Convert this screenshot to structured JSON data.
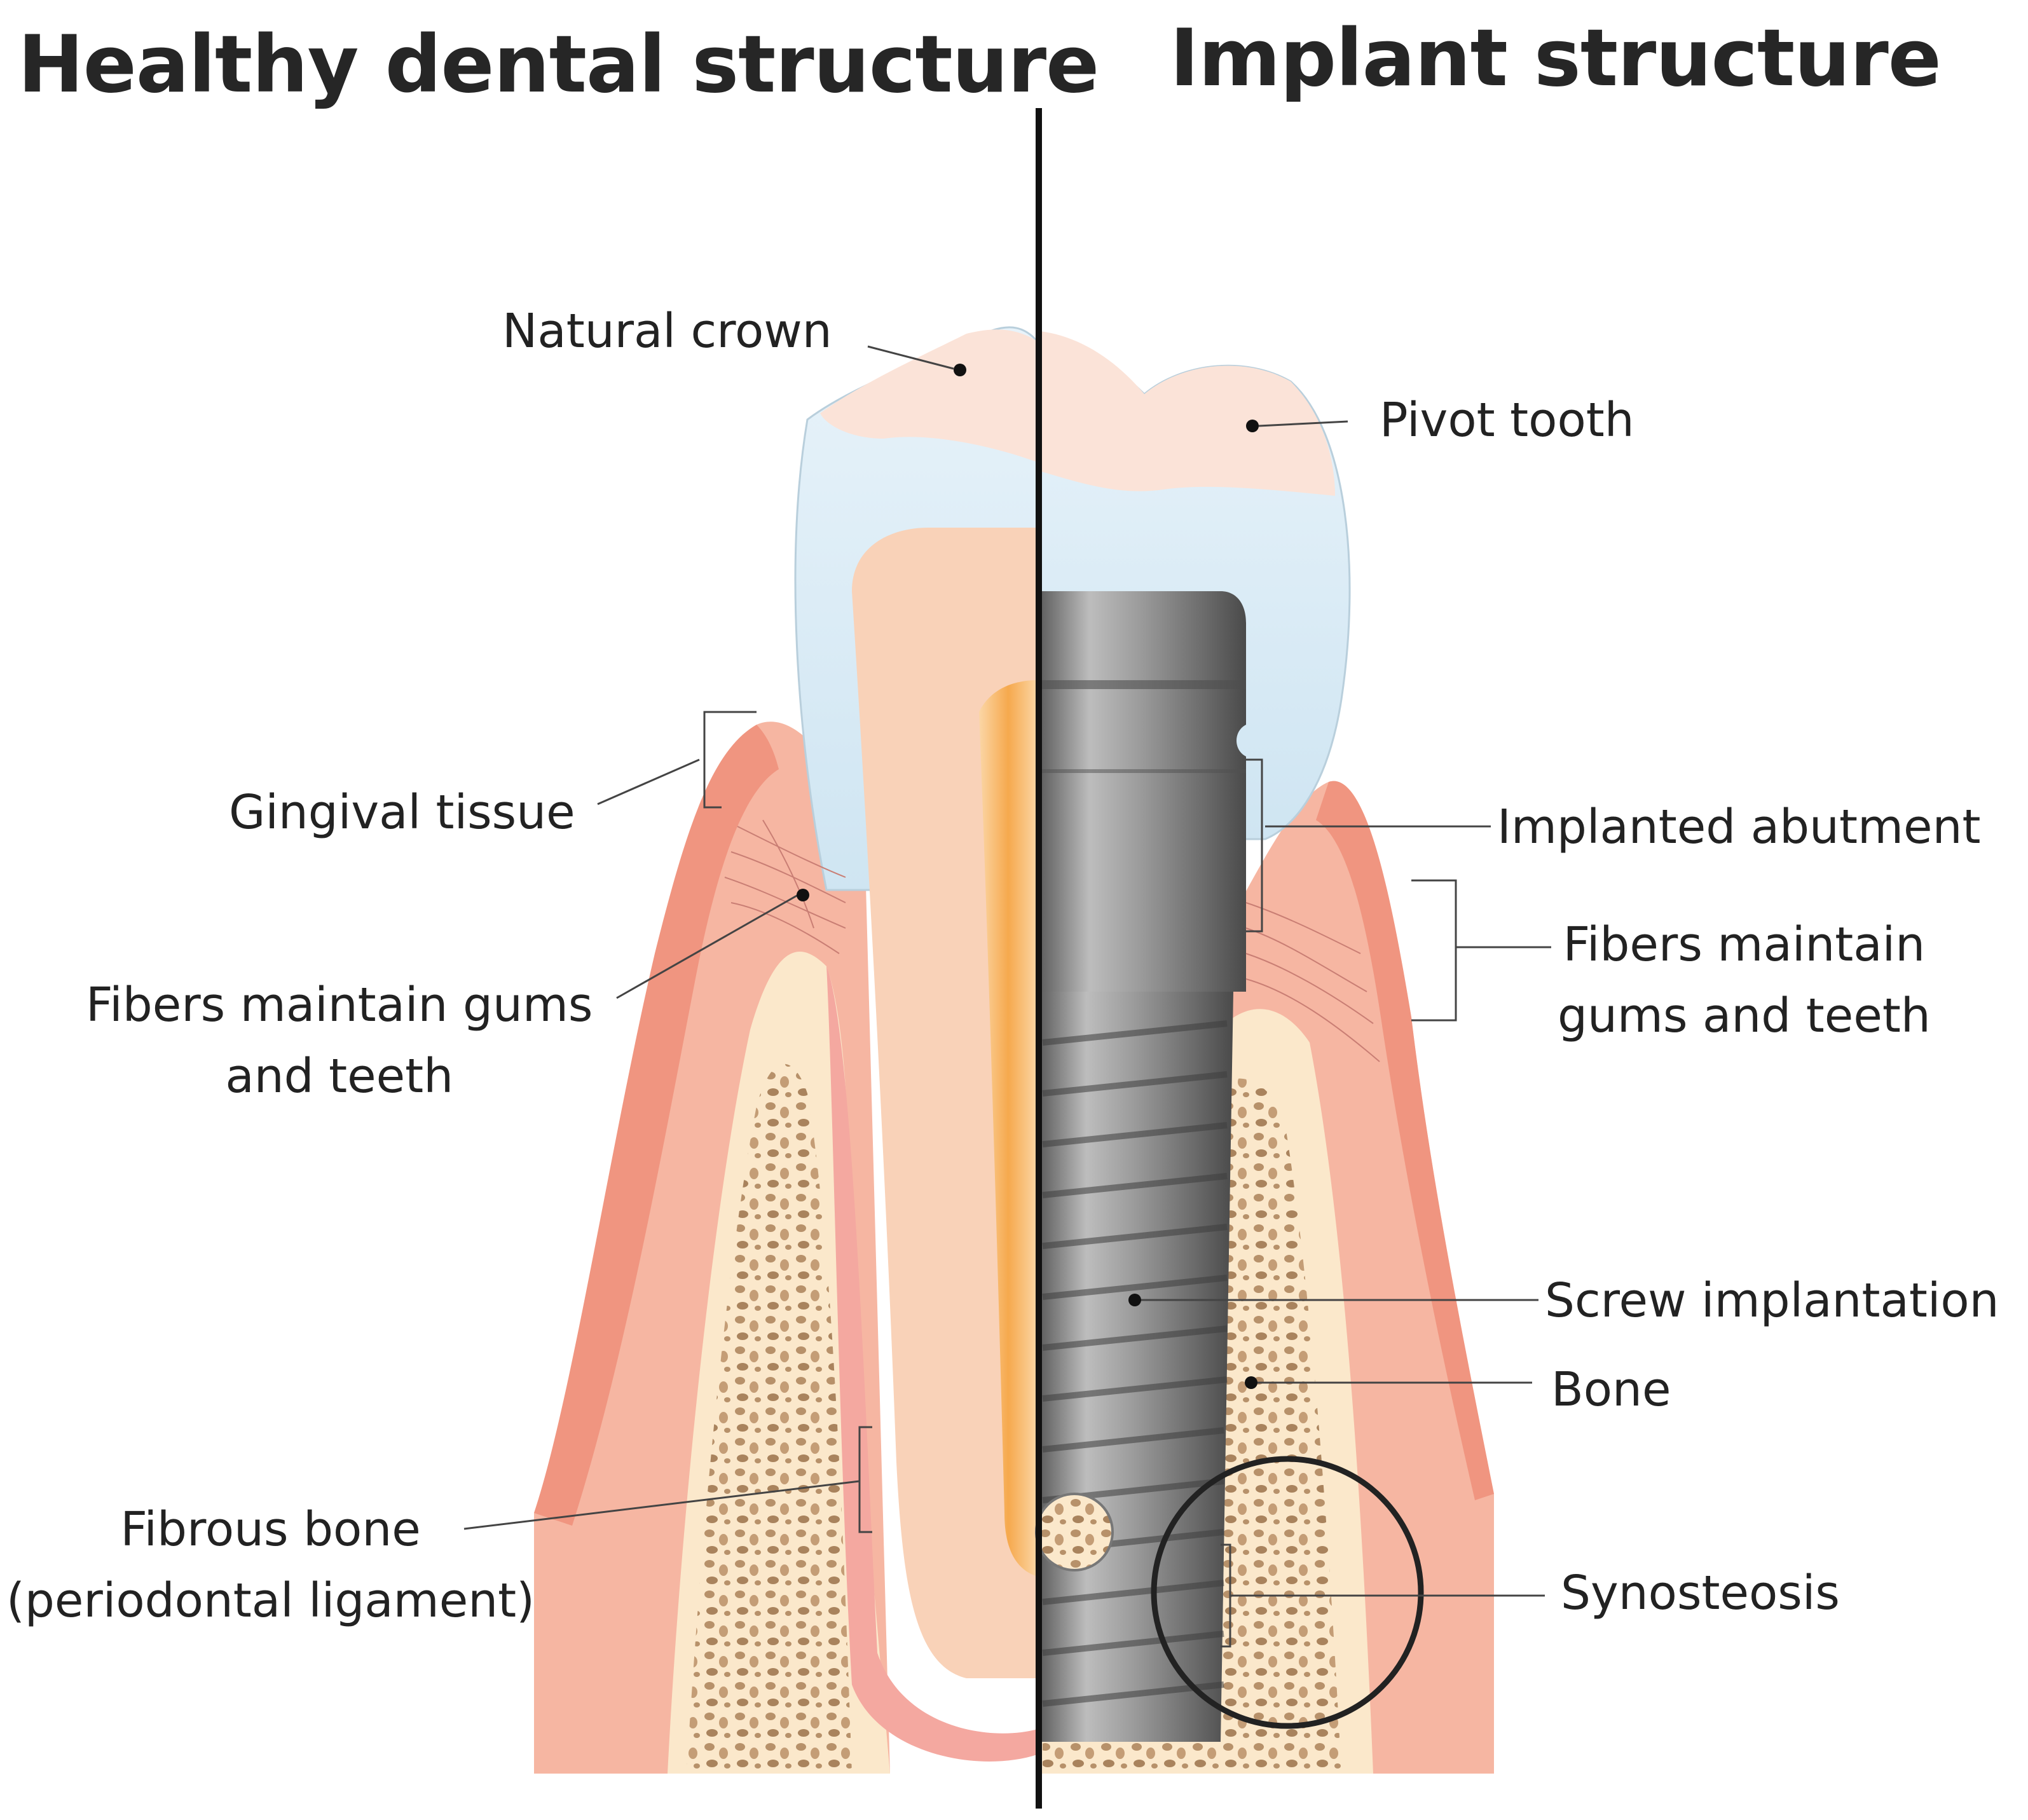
{
  "headings": {
    "left": "Healthy dental structure",
    "right": "Implant structure"
  },
  "labels": {
    "natural_crown": "Natural crown",
    "pivot_tooth": "Pivot tooth",
    "gingival_tissue": "Gingival tissue",
    "implanted_abutment": "Implanted abutment",
    "fibers_left_line1": "Fibers maintain gums",
    "fibers_left_line2": "and teeth",
    "fibers_right_line1": "Fibers maintain",
    "fibers_right_line2": "gums and teeth",
    "screw_implantation": "Screw implantation",
    "bone": "Bone",
    "fibrous_bone_line1": "Fibrous bone",
    "fibrous_bone_line2": "(periodontal ligament)",
    "synosteosis": "Synosteosis"
  },
  "colors": {
    "gum": "#f6b6a2",
    "gum_edge": "#ef8f7a",
    "bone": "#fbe8cb",
    "bone_pores": "#b7916a",
    "dentin": "#f9d2b8",
    "pulp": "#f8b86a",
    "enamel": "#dcecf6",
    "crown_top": "#fbe3d8",
    "implant_metal": "#8a8a8a",
    "text": "#222222"
  }
}
